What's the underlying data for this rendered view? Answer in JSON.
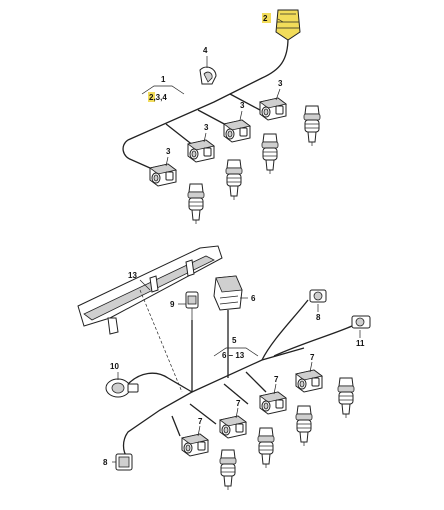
{
  "colors": {
    "highlight": "#f2dc5a",
    "line": "#222222",
    "fill": "#ffffff",
    "shade": "#cfcfcf"
  },
  "top_assembly": {
    "labels": {
      "plug_top": "2",
      "clip": "4",
      "harness": "1",
      "group_234": "2,3,4",
      "conn_a": "3",
      "conn_b": "3",
      "conn_c": "3",
      "conn_d": "3"
    }
  },
  "bottom_assembly": {
    "labels": {
      "rail": "13",
      "small_conn": "9",
      "main_plug": "6",
      "right_conn_upper": "8",
      "right_conn_lower": "11",
      "group_613": "5",
      "range_613": "6 – 13",
      "sensor": "10",
      "bottom_left_conn": "8",
      "inj_conn_a": "7",
      "inj_conn_b": "7",
      "inj_conn_c": "7",
      "inj_conn_d": "7"
    }
  }
}
